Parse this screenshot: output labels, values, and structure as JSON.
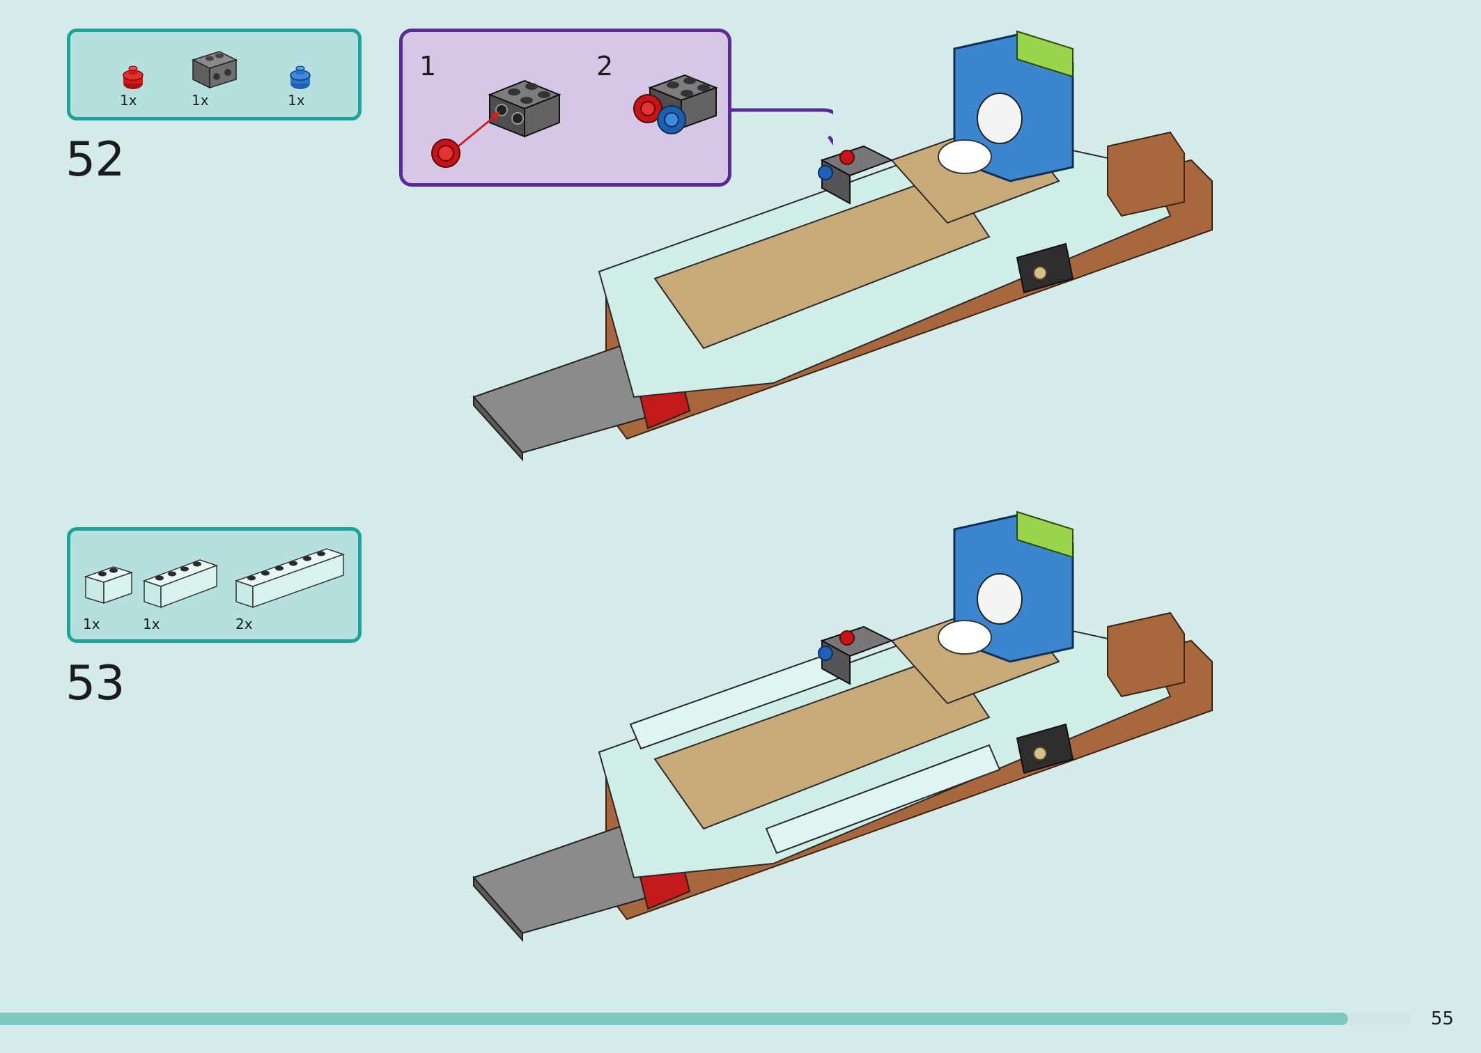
{
  "steps": [
    {
      "number": "52",
      "parts": [
        {
          "qty": "1x",
          "icon": "red-round-plate-icon"
        },
        {
          "qty": "1x",
          "icon": "dark-gray-brick-with-studs-on-side-icon"
        },
        {
          "qty": "1x",
          "icon": "blue-round-plate-icon"
        }
      ],
      "substeps": [
        "1",
        "2"
      ]
    },
    {
      "number": "53",
      "parts": [
        {
          "qty": "1x",
          "icon": "light-aqua-brick-1x2-icon"
        },
        {
          "qty": "1x",
          "icon": "light-aqua-brick-1x4-icon"
        },
        {
          "qty": "2x",
          "icon": "light-aqua-brick-1x6-icon"
        }
      ]
    }
  ],
  "page": {
    "number": "55",
    "progress": 0.955
  },
  "colors": {
    "background": "#d4ebea",
    "parts_box_border": "#1aa39a",
    "parts_box_fill": "#b6e0dd",
    "callout_border": "#5b2a96",
    "callout_fill": "#d7c7e6",
    "progress_bar": "#7cc9c4"
  }
}
